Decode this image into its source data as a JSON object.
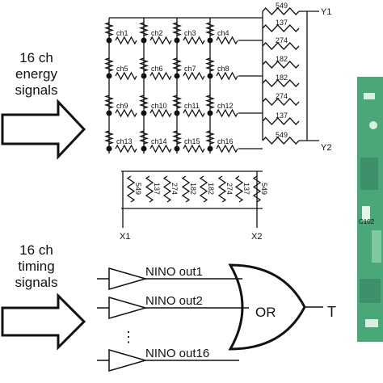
{
  "left_labels": {
    "energy": [
      "16 ch",
      "energy",
      "signals"
    ],
    "timing": [
      "16 ch",
      "timing",
      "signals"
    ]
  },
  "matrix": {
    "channels": [
      "ch1",
      "ch2",
      "ch3",
      "ch4",
      "ch5",
      "ch6",
      "ch7",
      "ch8",
      "ch9",
      "ch10",
      "ch11",
      "ch12",
      "ch13",
      "ch14",
      "ch15",
      "ch16"
    ],
    "row_resistors": [
      "549",
      "137",
      "274",
      "182",
      "182",
      "274",
      "137",
      "549"
    ],
    "col_resistors": [
      "549",
      "137",
      "274",
      "182",
      "182",
      "274",
      "137",
      "549"
    ],
    "outputs": {
      "y1": "Y1",
      "y2": "Y2",
      "x1": "X1",
      "x2": "X2"
    }
  },
  "timing": {
    "inputs": [
      "NINO out1",
      "NINO out2",
      "NINO out16"
    ],
    "dots": "⋮",
    "gate": "OR",
    "output": "T"
  },
  "pcb_labels": [
    "C102"
  ],
  "colors": {
    "ink": "#111111",
    "pcb_green": "#4aa878",
    "pcb_light": "#d9efe2"
  }
}
